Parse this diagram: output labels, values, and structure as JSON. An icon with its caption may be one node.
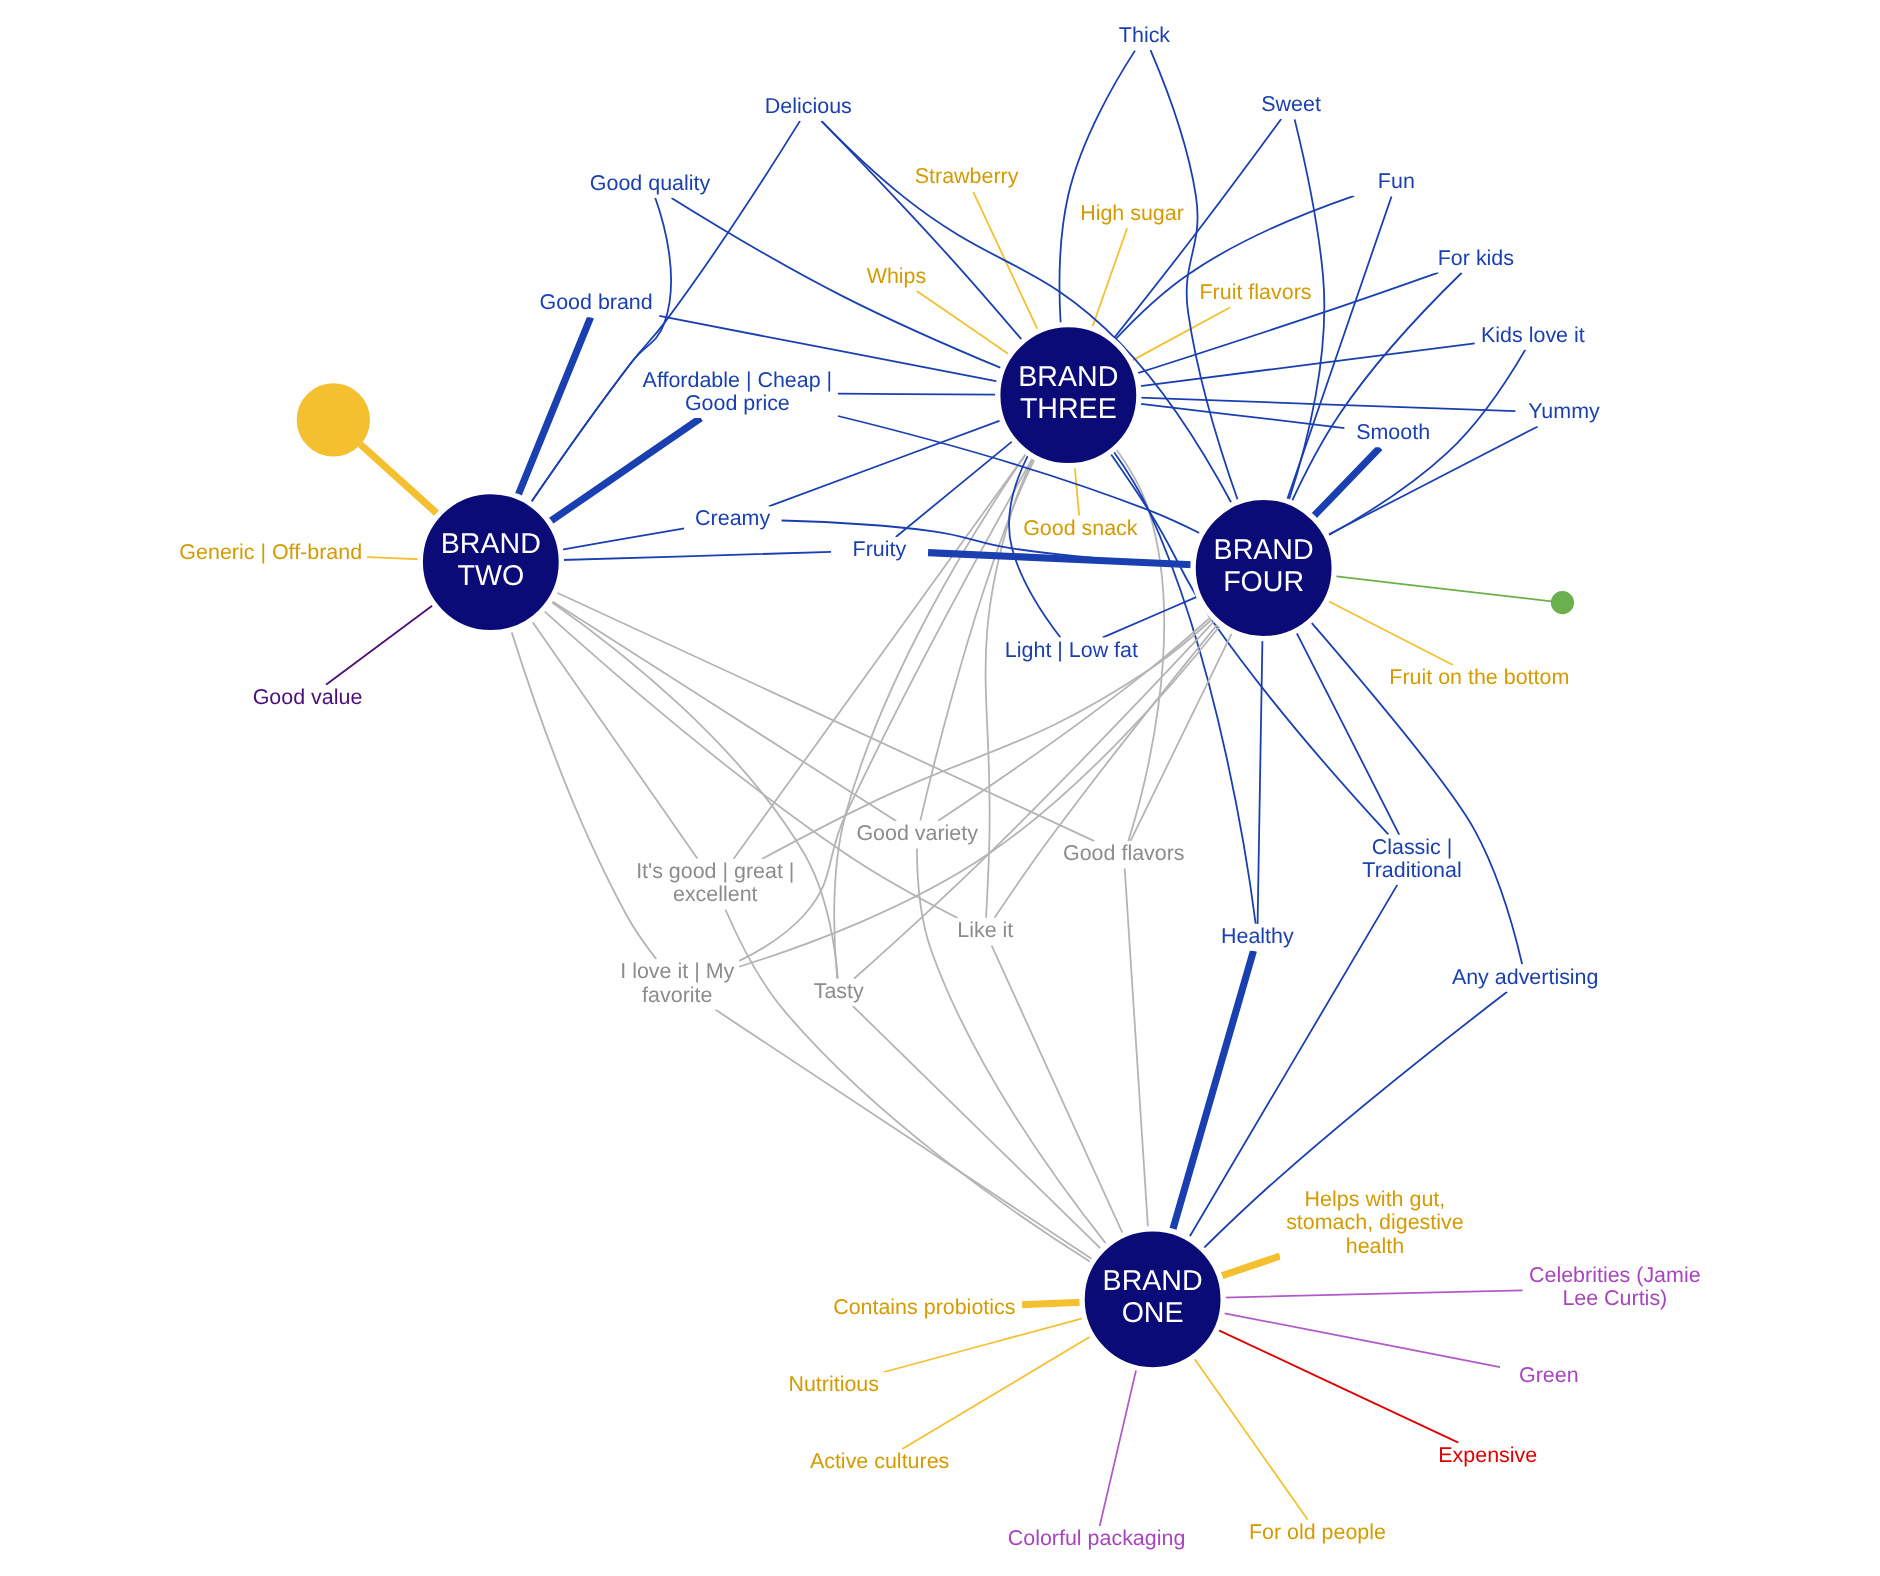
{
  "diagram": {
    "nodes": [
      {
        "text": [
          "Generic | Off-brand"
        ]
      },
      {
        "text": [],
        "shape": "circle"
      },
      {
        "text": [
          "Good value"
        ]
      },
      {
        "text": [
          "BRAND TWO"
        ]
      },
      {
        "text": [
          "Helps with gut, stomach, digestive health"
        ]
      },
      {
        "text": [
          "Nutritious"
        ]
      },
      {
        "text": [
          "Colorful packaging"
        ]
      },
      {
        "text": [
          "Expensive"
        ]
      },
      {
        "text": [
          "For old people"
        ]
      },
      {
        "text": [
          "Contains probiotics"
        ]
      },
      {
        "text": [
          "BRAND ONE"
        ]
      },
      {
        "text": [
          "Active cultures"
        ]
      },
      {
        "text": [
          "Green"
        ]
      },
      {
        "text": [
          "Celebrities (Jamie Lee Curtis)"
        ]
      },
      {
        "text": [
          "Good quality"
        ]
      },
      {
        "text": [
          "Fruit flavors"
        ]
      },
      {
        "text": [
          "Like it"
        ]
      },
      {
        "text": [
          "It's good | great | excellent"
        ]
      },
      {
        "text": [
          "I love it | My favorite"
        ]
      },
      {
        "text": [
          "Good brand"
        ]
      },
      {
        "text": [
          "Creamy"
        ]
      },
      {
        "text": [
          "Tasty"
        ]
      },
      {
        "text": [
          "Good flavors"
        ]
      },
      {
        "text": [
          "Affordable | Cheap | Good price"
        ]
      },
      {
        "text": [
          "Delicious"
        ]
      },
      {
        "text": [
          "Good snack"
        ]
      },
      {
        "text": [
          "Healthy"
        ]
      },
      {
        "text": [
          "Good variety"
        ]
      },
      {
        "text": [
          "Any advertising"
        ]
      },
      {
        "text": [
          "Fruity"
        ]
      },
      {
        "text": [
          "BRAND THREE"
        ]
      },
      {
        "text": [
          "Classic | Traditional"
        ]
      },
      {
        "text": [
          "Light | Low fat"
        ]
      },
      {
        "text": [
          "Fun"
        ]
      },
      {
        "text": [
          "Kids love it"
        ]
      },
      {
        "text": [
          "Yummy"
        ]
      },
      {
        "text": [
          "High sugar"
        ]
      },
      {
        "text": [
          "For kids"
        ]
      },
      {
        "text": [
          "Thick"
        ]
      },
      {
        "text": [
          "Smooth"
        ]
      },
      {
        "text": [
          "Strawberry"
        ]
      },
      {
        "text": [
          "Whips"
        ]
      },
      {
        "text": [
          "Sweet"
        ]
      },
      {
        "text": [
          "BRAND FOUR"
        ]
      },
      {
        "text": [],
        "shape": "circle"
      },
      {
        "text": [
          "Fruit on the bottom"
        ]
      }
    ],
    "edges": [
      {
        "from": 3,
        "to": 0,
        "arrow": "none",
        "color": "#f5c030"
      },
      {
        "from": 3,
        "to": 1,
        "arrow": "none",
        "style": "thick",
        "color": "#f5c030"
      },
      {
        "from": 3,
        "to": 2,
        "arrow": "none",
        "color": "#4b0f7a"
      },
      {
        "from": 10,
        "to": 4,
        "arrow": "none",
        "style": "thick",
        "color": "#f5c030"
      },
      {
        "from": 10,
        "to": 5,
        "arrow": "none",
        "color": "#f5c030"
      },
      {
        "from": 10,
        "to": 6,
        "arrow": "none",
        "color": "#b45ac8"
      },
      {
        "from": 10,
        "to": 7,
        "arrow": "none",
        "color": "#e00000"
      },
      {
        "from": 10,
        "to": 8,
        "arrow": "none",
        "color": "#f5c030"
      },
      {
        "from": 10,
        "to": 9,
        "arrow": "none",
        "style": "thick",
        "color": "#f5c030"
      },
      {
        "from": 10,
        "to": 11,
        "arrow": "none",
        "color": "#f5c030"
      },
      {
        "from": 10,
        "to": 12,
        "arrow": "none",
        "color": "#b45ac8"
      },
      {
        "from": 10,
        "to": 13,
        "arrow": "none",
        "color": "#b45ac8"
      },
      {
        "from": 3,
        "to": 14,
        "arrow": "none"
      },
      {
        "from": 30,
        "to": 14,
        "arrow": "none"
      },
      {
        "from": 3,
        "to": 19,
        "arrow": "none",
        "style": "thick"
      },
      {
        "from": 30,
        "to": 19,
        "arrow": "none"
      },
      {
        "from": 3,
        "to": 20,
        "arrow": "none"
      },
      {
        "from": 30,
        "to": 20,
        "arrow": "none"
      },
      {
        "from": 43,
        "to": 20,
        "arrow": "none"
      },
      {
        "from": 3,
        "to": 23,
        "arrow": "none",
        "style": "thick"
      },
      {
        "from": 30,
        "to": 23,
        "arrow": "none"
      },
      {
        "from": 43,
        "to": 23,
        "arrow": "none"
      },
      {
        "from": 3,
        "to": 24,
        "arrow": "none"
      },
      {
        "from": 30,
        "to": 24,
        "arrow": "none"
      },
      {
        "from": 43,
        "to": 24,
        "arrow": "none"
      },
      {
        "from": 10,
        "to": 26,
        "arrow": "none",
        "style": "thick"
      },
      {
        "from": 30,
        "to": 26,
        "arrow": "none"
      },
      {
        "from": 43,
        "to": 26,
        "arrow": "none"
      },
      {
        "from": 10,
        "to": 28,
        "arrow": "none"
      },
      {
        "from": 43,
        "to": 28,
        "arrow": "none"
      },
      {
        "from": 3,
        "to": 29,
        "arrow": "none"
      },
      {
        "from": 30,
        "to": 29,
        "arrow": "none"
      },
      {
        "from": 43,
        "to": 29,
        "arrow": "none",
        "style": "thick"
      },
      {
        "from": 10,
        "to": 31,
        "arrow": "none"
      },
      {
        "from": 30,
        "to": 31,
        "arrow": "none"
      },
      {
        "from": 43,
        "to": 31,
        "arrow": "none"
      },
      {
        "from": 30,
        "to": 32,
        "arrow": "none"
      },
      {
        "from": 43,
        "to": 32,
        "arrow": "none"
      },
      {
        "from": 30,
        "to": 33,
        "arrow": "none"
      },
      {
        "from": 43,
        "to": 33,
        "arrow": "none"
      },
      {
        "from": 30,
        "to": 34,
        "arrow": "none"
      },
      {
        "from": 43,
        "to": 34,
        "arrow": "none"
      },
      {
        "from": 30,
        "to": 35,
        "arrow": "none"
      },
      {
        "from": 43,
        "to": 35,
        "arrow": "none"
      },
      {
        "from": 30,
        "to": 37,
        "arrow": "none"
      },
      {
        "from": 43,
        "to": 37,
        "arrow": "none"
      },
      {
        "from": 30,
        "to": 38,
        "arrow": "none"
      },
      {
        "from": 43,
        "to": 38,
        "arrow": "none"
      },
      {
        "from": 30,
        "to": 39,
        "arrow": "none"
      },
      {
        "from": 43,
        "to": 39,
        "arrow": "none",
        "style": "thick"
      },
      {
        "from": 30,
        "to": 42,
        "arrow": "none"
      },
      {
        "from": 43,
        "to": 42,
        "arrow": "none"
      },
      {
        "from": 10,
        "to": 16,
        "arrow": "none",
        "color": "#b4b4b4"
      },
      {
        "from": 3,
        "to": 16,
        "arrow": "none",
        "color": "#b4b4b4"
      },
      {
        "from": 30,
        "to": 16,
        "arrow": "none",
        "color": "#b4b4b4"
      },
      {
        "from": 43,
        "to": 16,
        "arrow": "none",
        "color": "#b4b4b4"
      },
      {
        "from": 10,
        "to": 17,
        "arrow": "none",
        "color": "#b4b4b4"
      },
      {
        "from": 3,
        "to": 17,
        "arrow": "none",
        "color": "#b4b4b4"
      },
      {
        "from": 30,
        "to": 17,
        "arrow": "none",
        "color": "#b4b4b4"
      },
      {
        "from": 43,
        "to": 17,
        "arrow": "none",
        "color": "#b4b4b4"
      },
      {
        "from": 10,
        "to": 18,
        "arrow": "none",
        "color": "#b4b4b4"
      },
      {
        "from": 3,
        "to": 18,
        "arrow": "none",
        "color": "#b4b4b4"
      },
      {
        "from": 30,
        "to": 18,
        "arrow": "none",
        "color": "#b4b4b4"
      },
      {
        "from": 43,
        "to": 18,
        "arrow": "none",
        "color": "#b4b4b4"
      },
      {
        "from": 10,
        "to": 21,
        "arrow": "none",
        "color": "#b4b4b4"
      },
      {
        "from": 3,
        "to": 21,
        "arrow": "none",
        "color": "#b4b4b4"
      },
      {
        "from": 30,
        "to": 21,
        "arrow": "none",
        "color": "#b4b4b4"
      },
      {
        "from": 43,
        "to": 21,
        "arrow": "none",
        "color": "#b4b4b4"
      },
      {
        "from": 10,
        "to": 22,
        "arrow": "none",
        "color": "#b4b4b4"
      },
      {
        "from": 3,
        "to": 22,
        "arrow": "none",
        "color": "#b4b4b4"
      },
      {
        "from": 30,
        "to": 22,
        "arrow": "none",
        "color": "#b4b4b4"
      },
      {
        "from": 43,
        "to": 22,
        "arrow": "none",
        "color": "#b4b4b4"
      },
      {
        "from": 10,
        "to": 27,
        "arrow": "none",
        "color": "#b4b4b4"
      },
      {
        "from": 3,
        "to": 27,
        "arrow": "none",
        "color": "#b4b4b4"
      },
      {
        "from": 30,
        "to": 27,
        "arrow": "none",
        "color": "#b4b4b4"
      },
      {
        "from": 43,
        "to": 27,
        "arrow": "none",
        "color": "#b4b4b4"
      },
      {
        "from": 30,
        "to": 15,
        "arrow": "none",
        "color": "#f5c030"
      },
      {
        "from": 30,
        "to": 25,
        "arrow": "none",
        "color": "#f5c030"
      },
      {
        "from": 30,
        "to": 36,
        "arrow": "none",
        "color": "#f5c030"
      },
      {
        "from": 30,
        "to": 40,
        "arrow": "none",
        "color": "#f5c030"
      },
      {
        "from": 30,
        "to": 41,
        "arrow": "none",
        "color": "#f5c030"
      },
      {
        "from": 43,
        "to": 44,
        "arrow": "none",
        "color": "#6ab04c"
      },
      {
        "from": 43,
        "to": 45,
        "arrow": "none",
        "color": "#f5c030"
      }
    ]
  }
}
